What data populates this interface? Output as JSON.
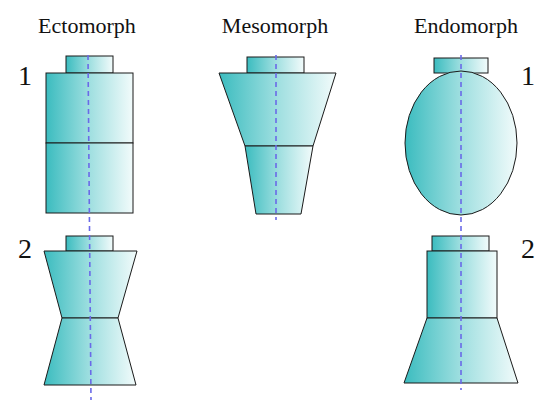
{
  "diagram": {
    "labels": [
      "Ectomorph",
      "Mesomorph",
      "Endomorph",
      "1",
      "1",
      "2",
      "2"
    ]
  }
}
